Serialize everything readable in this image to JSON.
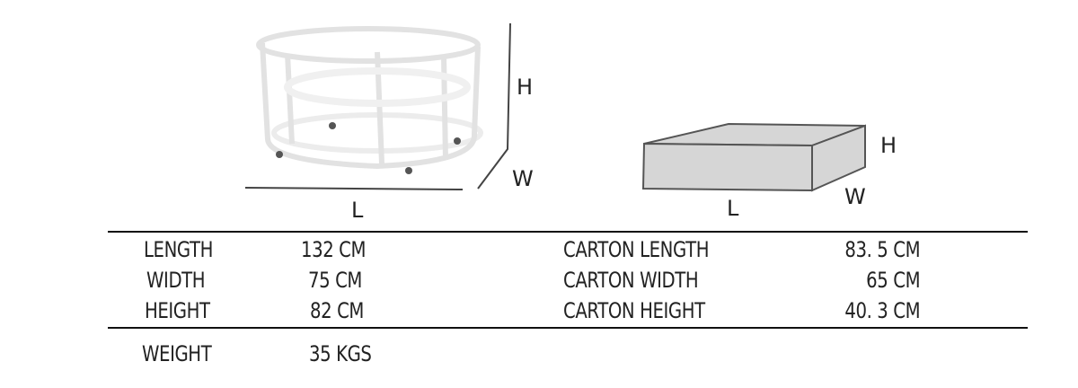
{
  "crib_diagram": {
    "length_label": "L",
    "width_label": "W",
    "height_label": "H"
  },
  "carton_diagram": {
    "length_label": "L",
    "width_label": "W",
    "height_label": "H",
    "fill_color": "#d6d6d6"
  },
  "product_specs": [
    {
      "label": "LENGTH",
      "value": "132 CM"
    },
    {
      "label": "WIDTH",
      "value": "75 CM"
    },
    {
      "label": "HEIGHT",
      "value": "82 CM"
    }
  ],
  "carton_specs": [
    {
      "label": "CARTON LENGTH",
      "value": "83. 5 CM"
    },
    {
      "label": "CARTON WIDTH",
      "value": "65 CM"
    },
    {
      "label": "CARTON HEIGHT",
      "value": "40. 3 CM"
    }
  ],
  "weight": {
    "label": "WEIGHT",
    "value": "35 KGS"
  }
}
